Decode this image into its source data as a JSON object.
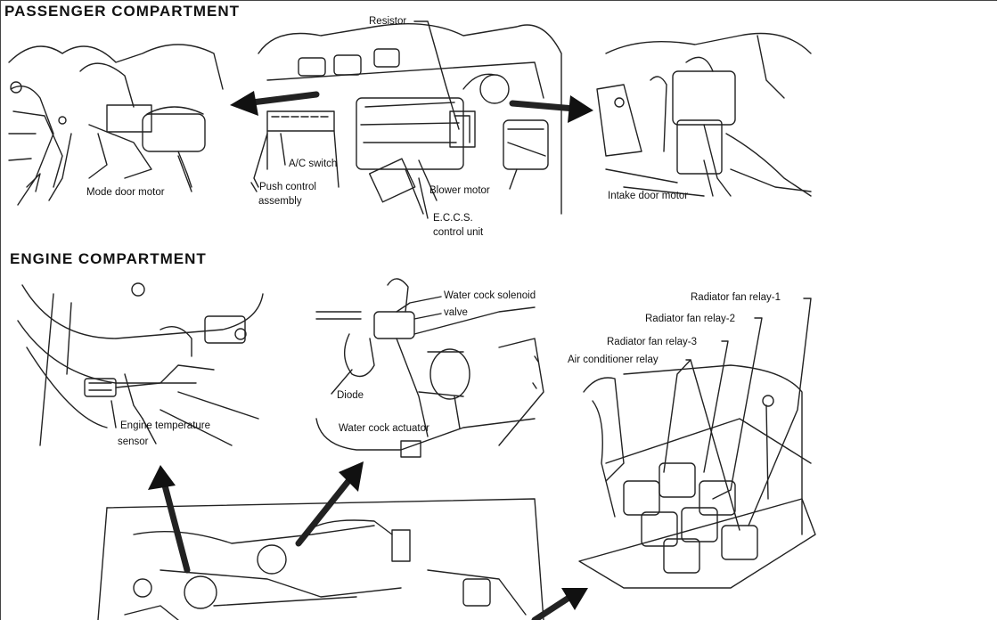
{
  "sections": {
    "passenger": "PASSENGER COMPARTMENT",
    "engine": "ENGINE COMPARTMENT"
  },
  "labels": {
    "resistor": "Resistor",
    "ac_switch": "A/C switch",
    "push_control_1": "Push control",
    "push_control_2": "assembly",
    "blower_motor": "Blower motor",
    "eccs_1": "E.C.C.S.",
    "eccs_2": "control unit",
    "mode_door_motor": "Mode door motor",
    "intake_door_motor": "Intake door motor",
    "water_cock_solenoid_1": "Water cock solenoid",
    "water_cock_solenoid_2": "valve",
    "diode": "Diode",
    "water_cock_actuator": "Water cock actuator",
    "engine_temp_1": "Engine temperature",
    "engine_temp_2": "sensor",
    "radiator_fan_relay_1": "Radiator fan relay-1",
    "radiator_fan_relay_2": "Radiator fan relay-2",
    "radiator_fan_relay_3": "Radiator fan relay-3",
    "air_conditioner_relay": "Air conditioner relay"
  }
}
